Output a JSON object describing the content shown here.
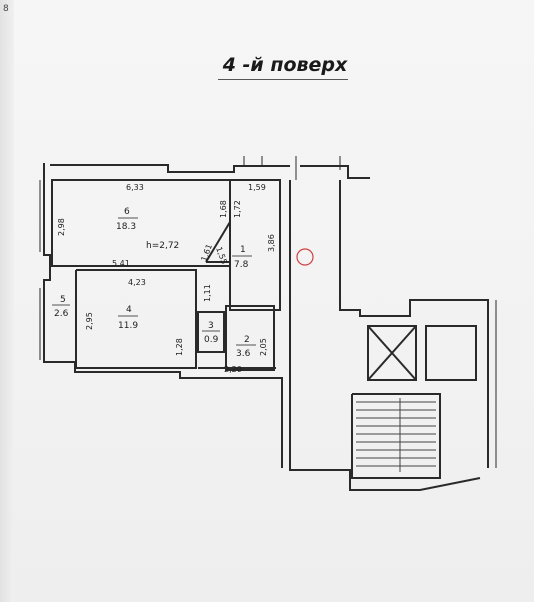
{
  "page": {
    "corner_mark": "8"
  },
  "floor_title": "4 -й поверх",
  "ceiling_height": "h=2,72",
  "rooms": [
    {
      "number": "6",
      "area": "18.3"
    },
    {
      "number": "1",
      "area": "7.8"
    },
    {
      "number": "4",
      "area": "11.9"
    },
    {
      "number": "3",
      "area": "0.9"
    },
    {
      "number": "2",
      "area": "3.6"
    },
    {
      "number": "5",
      "area": "2.6"
    }
  ],
  "dimensions": {
    "d_633": "6,33",
    "d_159": "1,59",
    "d_298": "2,98",
    "d_168": "1,68",
    "d_172": "1,72",
    "d_386": "3,86",
    "d_161": "1,61",
    "d_155": "1,55",
    "d_541": "5,41",
    "d_423": "4,23",
    "d_111": "1,11",
    "d_295": "2,95",
    "d_128": "1,28",
    "d_205": "2,05",
    "d_220": "2,20"
  },
  "colors": {
    "wall": "#2a2a2a",
    "marker": "#d04040"
  }
}
